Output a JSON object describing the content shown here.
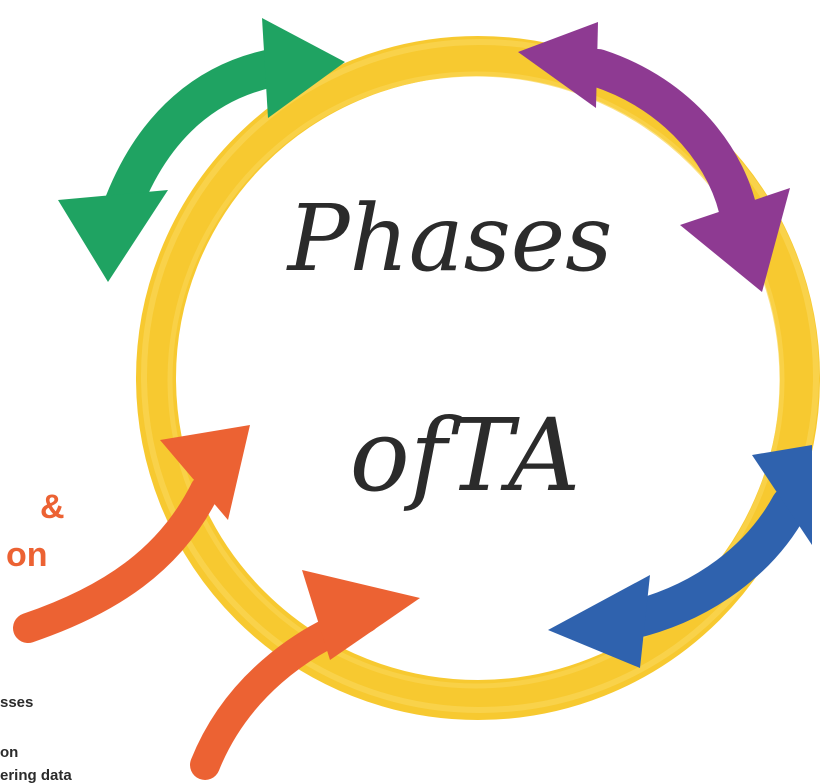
{
  "title": {
    "line1": "Phases",
    "line2": "ofTA"
  },
  "left_panel": {
    "heading_line1": "&",
    "heading_line2": "on",
    "note_line1": "sses",
    "note_line2": "on",
    "note_line3": "ering data"
  },
  "colors": {
    "ring": "#F7C930",
    "green": "#1FA362",
    "purple": "#8E3A92",
    "blue": "#2F62AE",
    "orange": "#EC6233",
    "text": "#2b2b2b"
  },
  "icons": {
    "arrows": [
      "green-double-arrow",
      "purple-double-arrow",
      "blue-double-arrow",
      "orange-arrow"
    ]
  }
}
